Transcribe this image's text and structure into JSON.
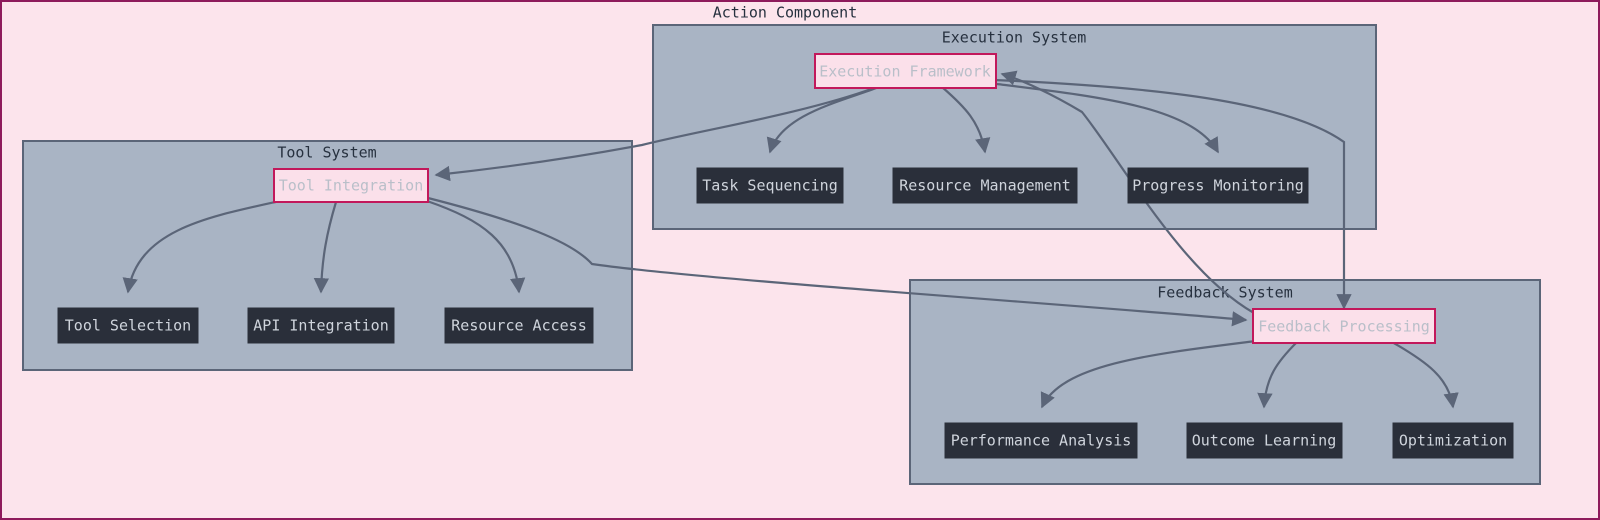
{
  "diagram": {
    "root_title": "Action Component",
    "theme": {
      "canvas_bg": "#fce4ec",
      "canvas_border": "#8e1a5c",
      "cluster_fill": "#a9b4c4",
      "cluster_stroke": "#5b6578",
      "node_fill": "#2a2f3a",
      "node_text": "#cfd4dc",
      "highlight_fill": "#fbe0ea",
      "highlight_stroke": "#c2185b",
      "highlight_text": "#b9bfc9",
      "edge_color": "#5b6578"
    },
    "clusters": [
      {
        "id": "execution-system",
        "title": "Execution System",
        "hub": "Execution Framework",
        "children": [
          "Task Sequencing",
          "Resource Management",
          "Progress Monitoring"
        ]
      },
      {
        "id": "tool-system",
        "title": "Tool System",
        "hub": "Tool Integration",
        "children": [
          "Tool Selection",
          "API Integration",
          "Resource Access"
        ]
      },
      {
        "id": "feedback-system",
        "title": "Feedback System",
        "hub": "Feedback Processing",
        "children": [
          "Performance Analysis",
          "Outcome Learning",
          "Optimization"
        ]
      }
    ],
    "edges": [
      {
        "from": "Execution Framework",
        "to": "Task Sequencing"
      },
      {
        "from": "Execution Framework",
        "to": "Resource Management"
      },
      {
        "from": "Execution Framework",
        "to": "Progress Monitoring"
      },
      {
        "from": "Execution Framework",
        "to": "Tool Integration"
      },
      {
        "from": "Execution Framework",
        "to": "Feedback Processing"
      },
      {
        "from": "Tool Integration",
        "to": "Tool Selection"
      },
      {
        "from": "Tool Integration",
        "to": "API Integration"
      },
      {
        "from": "Tool Integration",
        "to": "Resource Access"
      },
      {
        "from": "Tool Integration",
        "to": "Feedback Processing"
      },
      {
        "from": "Feedback Processing",
        "to": "Performance Analysis"
      },
      {
        "from": "Feedback Processing",
        "to": "Outcome Learning"
      },
      {
        "from": "Feedback Processing",
        "to": "Optimization"
      },
      {
        "from": "Feedback Processing",
        "to": "Execution Framework"
      }
    ]
  }
}
